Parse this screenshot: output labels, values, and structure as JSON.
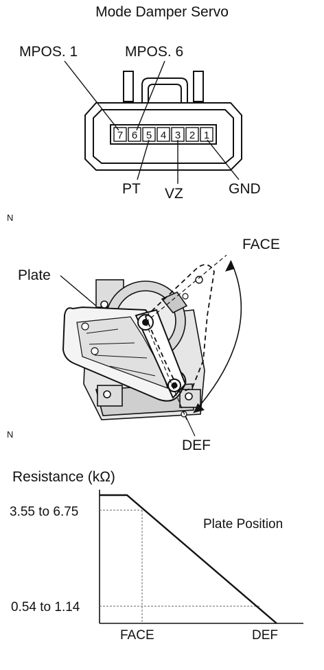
{
  "connector": {
    "title": "Mode Damper Servo",
    "pins": [
      "7",
      "6",
      "5",
      "4",
      "3",
      "2",
      "1"
    ],
    "callouts": {
      "mpos1": "MPOS. 1",
      "mpos6": "MPOS. 6",
      "pt": "PT",
      "vz": "VZ",
      "gnd": "GND"
    },
    "marker": "N"
  },
  "servo": {
    "plate_label": "Plate",
    "face_label": "FACE",
    "def_label": "DEF",
    "marker": "N"
  },
  "chart_data": {
    "type": "line",
    "title": "",
    "ylabel": "Resistance (kΩ)",
    "annotation": "Plate Position",
    "x_tick_labels": [
      "FACE",
      "DEF"
    ],
    "y_tick_labels": [
      "3.55 to 6.75",
      "0.54 to 1.14"
    ],
    "series": [
      {
        "points": [
          {
            "x": "start",
            "y": "max"
          },
          {
            "x": "before FACE",
            "y": "max"
          },
          {
            "x": "DEF",
            "y": "min"
          }
        ]
      }
    ]
  }
}
